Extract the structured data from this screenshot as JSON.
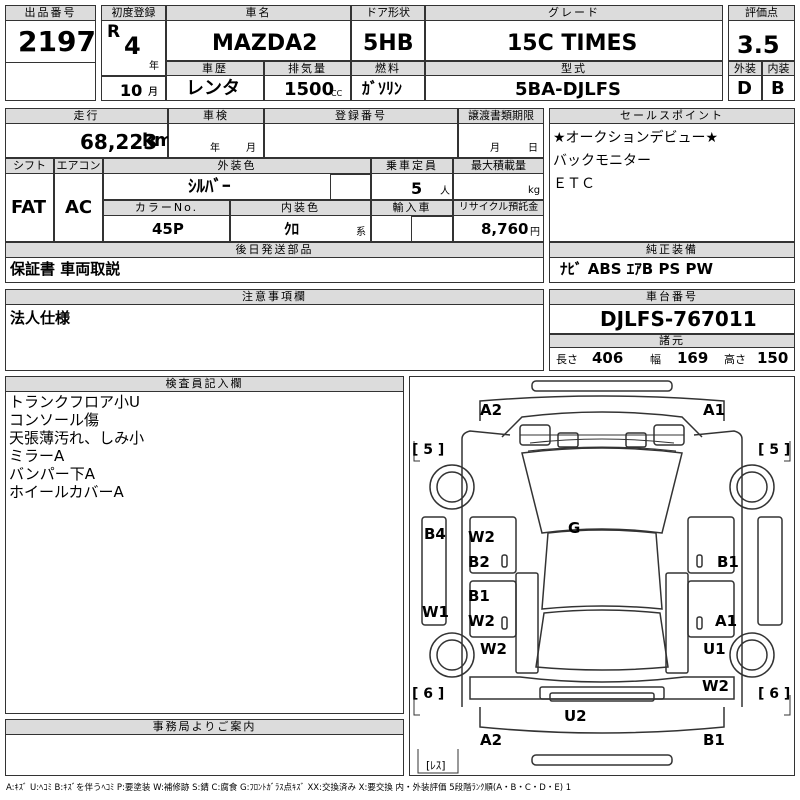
{
  "header": {
    "lot_label": "出品番号",
    "lot_number": "2197",
    "reg_label": "初度登録",
    "era": "R",
    "reg_year": "4",
    "year_unit": "年",
    "name_label": "車名",
    "car_name": "MAZDA2",
    "door_label": "ドア形状",
    "door": "5HB",
    "grade_label": "グレード",
    "grade": "15C TIMES",
    "score_label": "評価点",
    "score": "3.5",
    "reg_month": "10",
    "month_unit": "月",
    "history_label": "車歴",
    "history": "レンタ",
    "displacement_label": "排気量",
    "displacement": "1500",
    "cc_unit": "CC",
    "fuel_label": "燃料",
    "fuel": "ｶﾞｿﾘﾝ",
    "model_label": "型式",
    "model_code": "5BA-DJLFS",
    "exterior_label": "外装",
    "exterior": "D",
    "interior_label": "内装",
    "interior": "B"
  },
  "row2": {
    "mileage_label": "走行",
    "mileage": "68,223",
    "km_unit": "km",
    "inspection_label": "車検",
    "year_unit": "年",
    "month_unit": "月",
    "plate_label": "登録番号",
    "transfer_label": "譲渡書類期限",
    "transfer_month": "月",
    "transfer_day": "日",
    "shift_label": "シフト",
    "shift": "FAT",
    "ac_label": "エアコン",
    "ac": "AC",
    "ext_color_label": "外装色",
    "ext_color": "ｼﾙﾊﾞｰ",
    "seats_label": "乗車定員",
    "seats": "5",
    "seats_unit": "人",
    "load_label": "最大積載量",
    "load_unit": "kg",
    "color_no_label": "カラーNo.",
    "color_no": "45P",
    "int_color_label": "内装色",
    "int_color": "ｸﾛ",
    "int_color_unit": "系",
    "import_label": "輸入車",
    "recycle_label": "リサイクル預託金",
    "recycle": "8,760",
    "recycle_unit": "円"
  },
  "sales_points": {
    "label": "セールスポイント",
    "lines": [
      "★オークションデビュー★",
      "バックモニター",
      "ＥＴＣ"
    ]
  },
  "deferred": {
    "label": "後日発送部品",
    "text": "保証書 車両取説"
  },
  "equipment": {
    "label": "純正装備",
    "text": "ﾅﾋﾞ ABS ｴｱB PS PW"
  },
  "notes": {
    "label": "注意事項欄",
    "text": "法人仕様"
  },
  "chassis": {
    "label": "車台番号",
    "number": "DJLFS-767011"
  },
  "dimensions": {
    "label": "諸元",
    "length_label": "長さ",
    "length": "406",
    "width_label": "幅",
    "width": "169",
    "height_label": "高さ",
    "height": "150"
  },
  "inspector": {
    "label": "検査員記入欄",
    "lines": [
      "トランクフロア小U",
      "コンソール傷",
      "天張薄汚れ、しみ小",
      "ミラーA",
      "バンパー下A",
      "ホイールカバーA"
    ]
  },
  "diagram": {
    "a2_front": "A2",
    "a1_front": "A1",
    "tire_fl": "[ 5 ]",
    "tire_fr": "[ 5 ]",
    "tire_rl": "[ 6 ]",
    "tire_rr": "[ 6 ]",
    "g": "G",
    "b4": "B4",
    "w2_left_front_door": "W2",
    "b2_left_front_door": "B2",
    "b1_left_rear_door": "B1",
    "w2_left_rear_door": "W2",
    "w1_left_sill": "W1",
    "w2_left_rear_fender": "W2",
    "b1_right_front_door": "B1",
    "a1_right_rear_door": "A1",
    "u1_right_rear_fender": "U1",
    "w2_right_rear": "W2",
    "u2_rear": "U2",
    "a2_rear_bumper": "A2",
    "b1_rear_bumper": "B1",
    "spare": "[ﾚｽ]"
  },
  "office": {
    "label": "事務局よりご案内"
  },
  "legend": "A:ｷｽﾞ U:ﾍｺﾐ B:ｷｽﾞを伴うﾍｺﾐ P:要塗装 W:補修跡 S:錆 C:腐食 G:ﾌﾛﾝﾄｶﾞﾗｽ点ｷｽﾞ XX:交換済み X:要交換 内・外装評価 5段階ﾗﾝｸ順(A・B・C・D・E) 1"
}
